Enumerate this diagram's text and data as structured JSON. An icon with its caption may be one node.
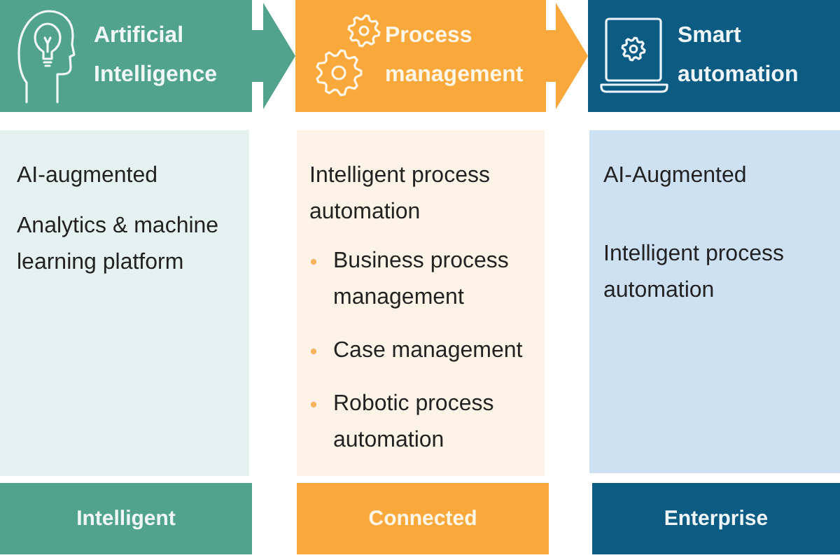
{
  "diagram": {
    "nodes": [
      {
        "text": [
          "Artificial Intelligence"
        ]
      },
      {
        "text": [
          "AI-augmented",
          "Analytics & machine learning platform"
        ]
      },
      {
        "text": [
          "Intelligent"
        ]
      },
      {
        "text": [
          "Process management"
        ]
      },
      {
        "text": [
          "Intelligent process automation",
          "Business process management",
          "Case management",
          "Robotic process automation"
        ]
      },
      {
        "text": [
          "Connected"
        ]
      },
      {
        "text": [
          "Smart automation"
        ]
      },
      {
        "text": [
          "AI-Augmented",
          "Intelligent process automation"
        ]
      },
      {
        "text": [
          "Enterprise"
        ]
      }
    ],
    "edges": [
      {
        "from": 0,
        "to": 3,
        "arrow": "to",
        "color": "#52a38d"
      },
      {
        "from": 3,
        "to": 6,
        "arrow": "to",
        "color": "#f9a93c"
      }
    ]
  }
}
